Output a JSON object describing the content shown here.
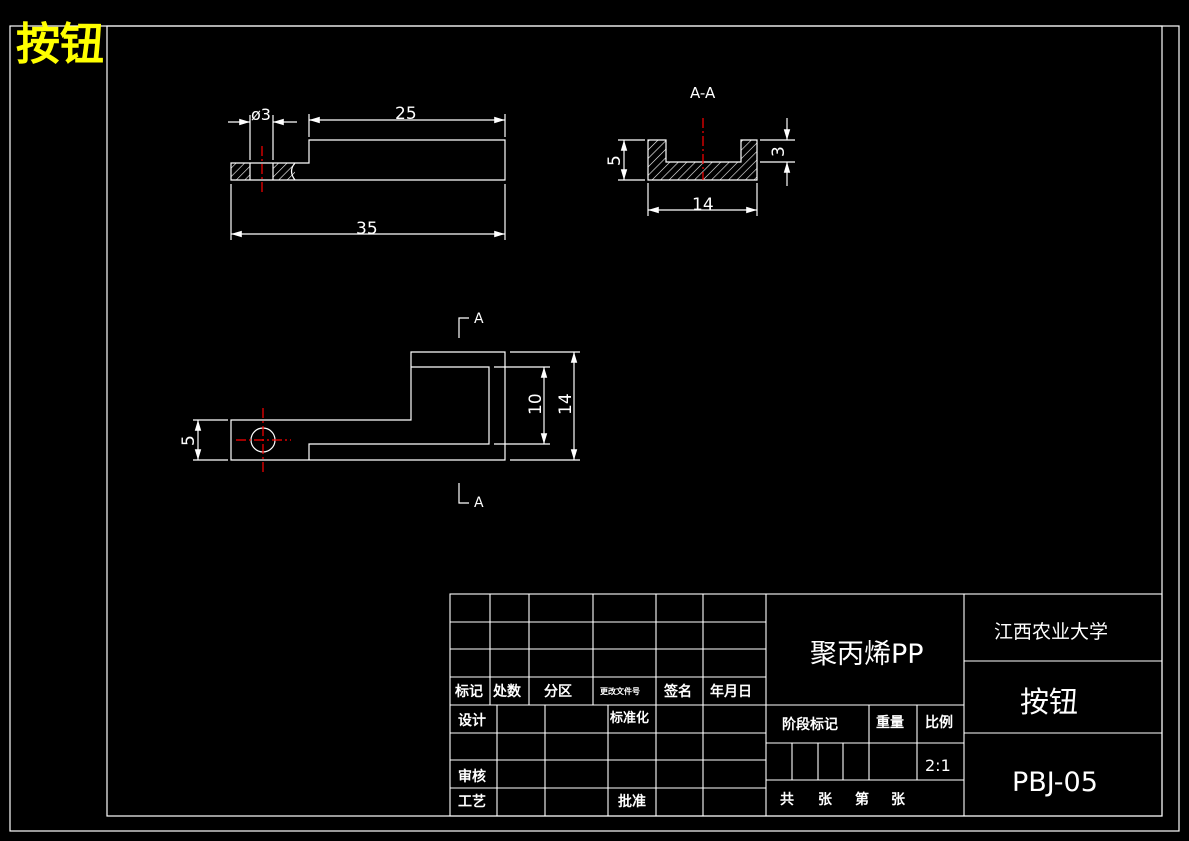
{
  "drawing": {
    "title": "按钮",
    "colors": {
      "background": "#000000",
      "lines": "#ffffff",
      "centerline": "#ff0000",
      "title": "#ffff00"
    }
  },
  "views": {
    "section_label": "A-A",
    "cut_mark_top": "A",
    "cut_mark_bottom": "A"
  },
  "dimensions": {
    "hole_diameter": "ø3",
    "length_25": "25",
    "length_35": "35",
    "section_height_5": "5",
    "section_depth_3": "3",
    "section_width_14": "14",
    "plan_height_5": "5",
    "plan_inner_10": "10",
    "plan_outer_14": "14"
  },
  "title_block": {
    "material": "聚丙烯PP",
    "institution": "江西农业大学",
    "part_name": "按钮",
    "drawing_number": "PBJ-05",
    "rev_headers": [
      "标记",
      "处数",
      "分区",
      "更改文件号",
      "签名",
      "年月日"
    ],
    "design": "设计",
    "standardization": "标准化",
    "review": "审核",
    "process": "工艺",
    "approve": "批准",
    "stage_mark": "阶段标记",
    "weight": "重量",
    "scale_label": "比例",
    "scale_value": "2:1",
    "sheet_total": "共",
    "sheet_unit_1": "张",
    "sheet_index": "第",
    "sheet_unit_2": "张"
  }
}
